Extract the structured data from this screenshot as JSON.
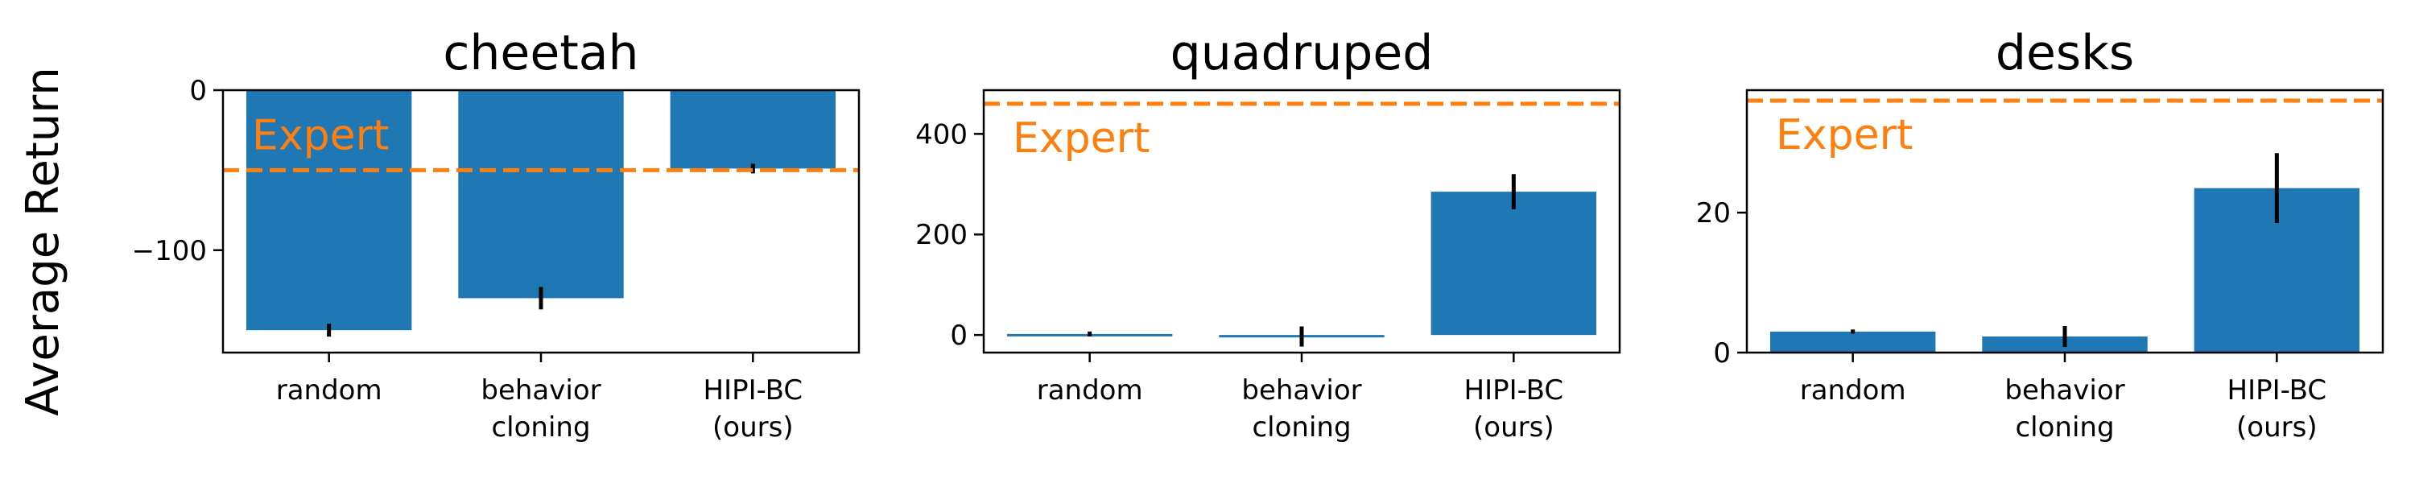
{
  "figure": {
    "ylabel": "Average Return"
  },
  "colors": {
    "bar": "#1f77b4",
    "expert": "#ff7f0e",
    "errorbar": "#000000",
    "axis": "#000000"
  },
  "chart_data": [
    {
      "type": "bar",
      "title": "cheetah",
      "categories": [
        "random",
        "behavior cloning",
        "HIPI-BC (ours)"
      ],
      "category_lines": [
        [
          "random"
        ],
        [
          "behavior",
          "cloning"
        ],
        [
          "HIPI-BC",
          "(ours)"
        ]
      ],
      "values": [
        -150,
        -130,
        -49
      ],
      "errors": [
        4,
        7,
        3
      ],
      "expert_value": -50,
      "expert_label": "Expert",
      "ylim": [
        -164,
        0
      ],
      "yticks": [
        0,
        -100
      ],
      "ytick_labels": [
        "0",
        "−100"
      ],
      "grid": false
    },
    {
      "type": "bar",
      "title": "quadruped",
      "categories": [
        "random",
        "behavior cloning",
        "HIPI-BC (ours)"
      ],
      "category_lines": [
        [
          "random"
        ],
        [
          "behavior",
          "cloning"
        ],
        [
          "HIPI-BC",
          "(ours)"
        ]
      ],
      "values": [
        2,
        -3,
        285
      ],
      "errors": [
        5,
        20,
        35
      ],
      "expert_value": 460,
      "expert_label": "Expert",
      "ylim": [
        -35,
        487
      ],
      "yticks": [
        0,
        200,
        400
      ],
      "ytick_labels": [
        "0",
        "200",
        "400"
      ],
      "grid": false
    },
    {
      "type": "bar",
      "title": "desks",
      "categories": [
        "random",
        "behavior cloning",
        "HIPI-BC (ours)"
      ],
      "category_lines": [
        [
          "random"
        ],
        [
          "behavior",
          "cloning"
        ],
        [
          "HIPI-BC",
          "(ours)"
        ]
      ],
      "values": [
        3,
        2.3,
        23.5
      ],
      "errors": [
        0.3,
        1.5,
        5
      ],
      "expert_value": 36,
      "expert_label": "Expert",
      "ylim": [
        0,
        37.5
      ],
      "yticks": [
        0,
        20
      ],
      "ytick_labels": [
        "0",
        "20"
      ],
      "grid": false
    }
  ]
}
